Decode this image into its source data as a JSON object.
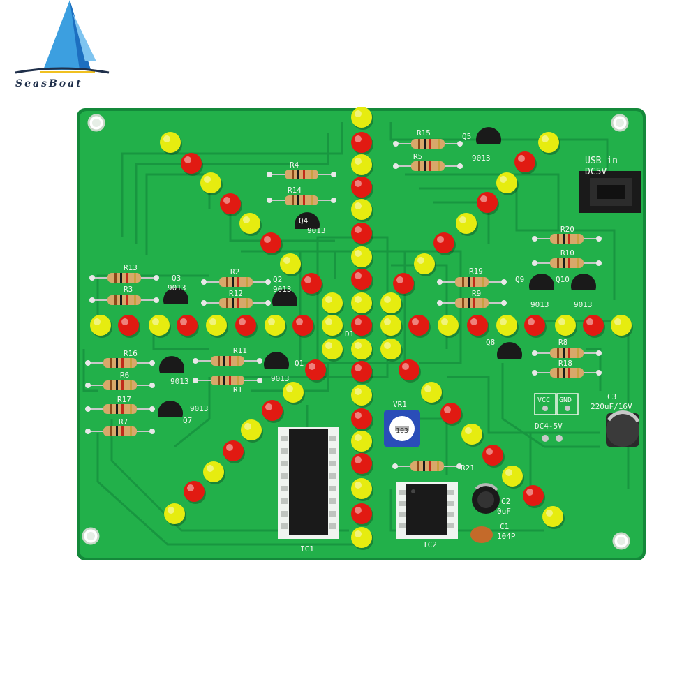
{
  "logo": {
    "text": "SeasBoat"
  },
  "board": {
    "colors": {
      "pcb": "#22b04a",
      "pcb_edge": "#14893a",
      "trace": "#1a9a3f",
      "silk": "#f4f7f0",
      "led_red": "#e11a12",
      "led_yellow": "#e6ec10",
      "resistor": "#d8a86a",
      "chip": "#1a1a1a"
    },
    "labels": {
      "usb_in": "USB in",
      "dc5v": "DC5V",
      "r1": "R1",
      "r2": "R2",
      "r3": "R3",
      "r4": "R4",
      "r5": "R5",
      "r6": "R6",
      "r7": "R7",
      "r8": "R8",
      "r9": "R9",
      "r10": "R10",
      "r11": "R11",
      "r12": "R12",
      "r13": "R13",
      "r14": "R14",
      "r15": "R15",
      "r16": "R16",
      "r17": "R17",
      "r18": "R18",
      "r19": "R19",
      "r20": "R20",
      "r21": "R21",
      "q1": "Q1",
      "q2": "Q2",
      "q3": "Q3",
      "q4": "Q4",
      "q5": "Q5",
      "q7": "Q7",
      "q8": "Q8",
      "q9": "Q9",
      "q10": "Q10",
      "t9013": "9013",
      "vcc": "VCC",
      "gnd": "GND",
      "dc45v": "DC4-5V",
      "c1": "C1",
      "c1_val": "104P",
      "c2": "C2",
      "c2_val": "0uF",
      "c3": "C3",
      "c3_val": "220uF/16V",
      "vr1": "VR1",
      "vr_code": "103",
      "ic1": "IC1",
      "ic2": "IC2",
      "d1": "D1"
    }
  }
}
